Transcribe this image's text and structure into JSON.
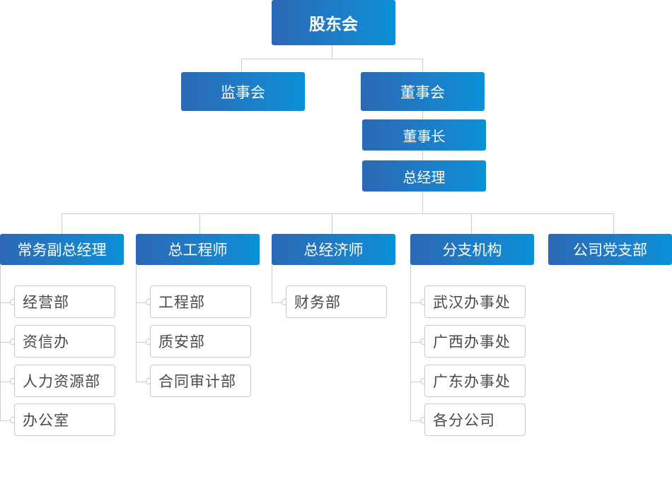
{
  "shareholders": "股东会",
  "supervisory_board": "监事会",
  "board_of_directors": "董事会",
  "chairman": "董事长",
  "general_manager": "总经理",
  "departments": [
    {
      "title": "常务副总经理",
      "items": [
        "经营部",
        "资信办",
        "人力资源部",
        "办公室"
      ]
    },
    {
      "title": "总工程师",
      "items": [
        "工程部",
        "质安部",
        "合同审计部"
      ]
    },
    {
      "title": "总经济师",
      "items": [
        "财务部"
      ]
    },
    {
      "title": "分支机构",
      "items": [
        "武汉办事处",
        "广西办事处",
        "广东办事处",
        "各分公司"
      ]
    },
    {
      "title": "公司党支部",
      "items": []
    }
  ],
  "colors": {
    "box_start": "#2c68b4",
    "box_end": "#0a90d6",
    "connector": "#cfcfcf",
    "sub_border": "#c9c9c9"
  }
}
